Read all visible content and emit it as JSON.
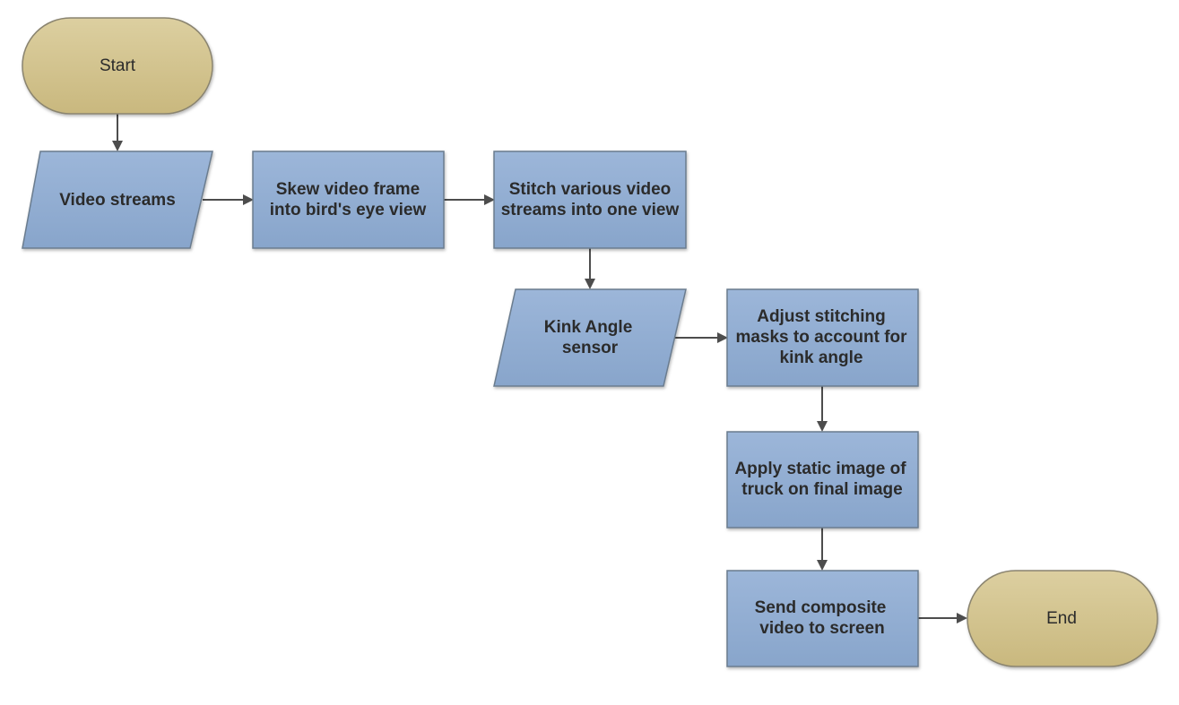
{
  "diagram": {
    "colors": {
      "terminal_fill_top": "#dccfa0",
      "terminal_fill_bottom": "#c9b87e",
      "terminal_stroke": "#8a8470",
      "process_fill_top": "#9cb6d9",
      "process_fill_bottom": "#88a5cb",
      "process_stroke": "#6a7b8e",
      "arrow": "#4d4d4d",
      "text": "#2b2b2b"
    },
    "nodes": {
      "start": {
        "shape": "terminal",
        "label": "Start"
      },
      "video_streams": {
        "shape": "data-parallelogram",
        "label": "Video streams"
      },
      "skew": {
        "shape": "process",
        "label_line1": "Skew video frame",
        "label_line2": "into bird's eye view"
      },
      "stitch": {
        "shape": "process",
        "label_line1": "Stitch various video",
        "label_line2": "streams into one view"
      },
      "kink_sensor": {
        "shape": "data-parallelogram",
        "label_line1": "Kink Angle",
        "label_line2": "sensor"
      },
      "adjust": {
        "shape": "process",
        "label_line1": "Adjust stitching",
        "label_line2": "masks to account for",
        "label_line3": "kink angle"
      },
      "apply": {
        "shape": "process",
        "label_line1": "Apply static image of",
        "label_line2": "truck on final image"
      },
      "send": {
        "shape": "process",
        "label_line1": "Send composite",
        "label_line2": "video to screen"
      },
      "end": {
        "shape": "terminal",
        "label": "End"
      }
    },
    "edges": [
      {
        "from": "start",
        "to": "video_streams"
      },
      {
        "from": "video_streams",
        "to": "skew"
      },
      {
        "from": "skew",
        "to": "stitch"
      },
      {
        "from": "stitch",
        "to": "kink_sensor"
      },
      {
        "from": "kink_sensor",
        "to": "adjust"
      },
      {
        "from": "adjust",
        "to": "apply"
      },
      {
        "from": "apply",
        "to": "send"
      },
      {
        "from": "send",
        "to": "end"
      }
    ]
  }
}
